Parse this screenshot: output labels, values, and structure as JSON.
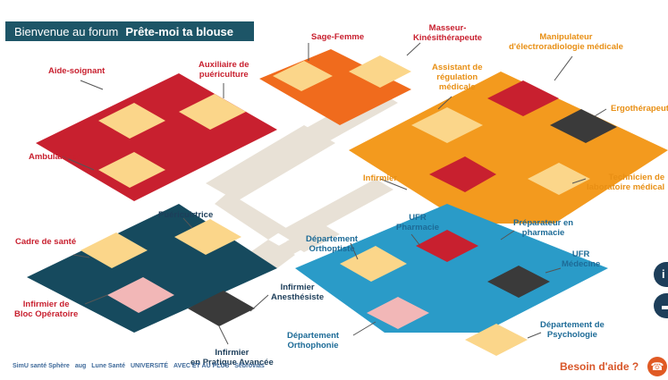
{
  "banner": {
    "prefix": "Bienvenue au forum",
    "title": "Prête-moi ta blouse"
  },
  "zones": {
    "red": [
      {
        "id": "aide-soignant",
        "label": "Aide-soignant"
      },
      {
        "id": "auxiliaire",
        "label": "Auxiliaire de\npuériculture"
      },
      {
        "id": "ambulancier",
        "label": "Ambulancier"
      }
    ],
    "orange": [
      {
        "id": "sage-femme",
        "label": "Sage-Femme"
      },
      {
        "id": "masseur",
        "label": "Masseur-\nKinésithérapeute"
      },
      {
        "id": "manipulateur",
        "label": "Manipulateur\nd'électroradiologie médicale"
      },
      {
        "id": "assistant",
        "label": "Assistant de\nrégulation\nmédicale"
      },
      {
        "id": "ergotherapeute",
        "label": "Ergothérapeute"
      },
      {
        "id": "infirmier",
        "label": "Infirmier"
      },
      {
        "id": "technicien",
        "label": "Technicien de\nlaboratoire médical"
      }
    ],
    "teal": [
      {
        "id": "puericultrice",
        "label": "Puériculrtrice"
      },
      {
        "id": "cadre",
        "label": "Cadre de santé"
      },
      {
        "id": "bloc",
        "label": "Infirmier de\nBloc Opératoire"
      },
      {
        "id": "anesthesiste",
        "label": "Infirmier\nAnesthésiste"
      },
      {
        "id": "ipa",
        "label": "Infirmier\nen Pratique Avancée"
      }
    ],
    "blue": [
      {
        "id": "ufr-pharmacie",
        "label": "UFR\nPharmacie"
      },
      {
        "id": "orthoptiste",
        "label": "Département\nOrthoptiste"
      },
      {
        "id": "preparateur",
        "label": "Préparateur en\npharmacie"
      },
      {
        "id": "ufr-medecine",
        "label": "UFR\nMédecine"
      },
      {
        "id": "orthophonie",
        "label": "Département\nOrthophonie"
      },
      {
        "id": "psychologie",
        "label": "Département de\nPsychologie"
      }
    ]
  },
  "help": {
    "label": "Besoin d'aide ?",
    "icon": "phone-icon"
  },
  "side_buttons": [
    {
      "icon": "info-icon",
      "glyph": "i"
    },
    {
      "icon": "chat-icon",
      "glyph": "▬"
    }
  ],
  "logos": [
    "SimU santé Sphère",
    "aug",
    "Lune Santé",
    "UNIVERSITÉ",
    "AVEC ET AU PLUS",
    "Sébrovias"
  ],
  "colors": {
    "red": "#c8202f",
    "orange": "#f39a1e",
    "teal": "#164a5e",
    "blue": "#2a9bc8",
    "path": "#e8e1d6",
    "banner": "#1d5567",
    "accent": "#e05a24"
  }
}
